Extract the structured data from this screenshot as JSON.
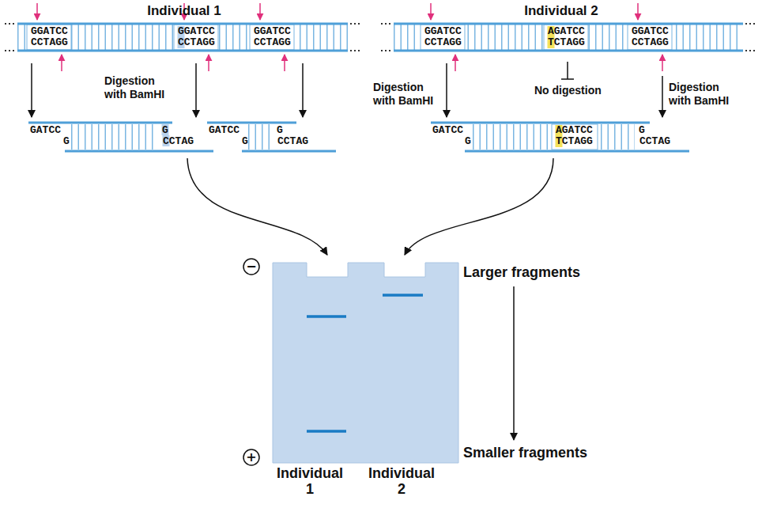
{
  "diagram": {
    "nodes": [
      {
        "text": [
          "−"
        ]
      },
      {
        "text": [
          "+"
        ]
      }
    ],
    "labels": [
      "Individual 1",
      "Individual 2",
      "GGATCC",
      "CCTAGG",
      "GGATCC",
      "CCTAGG",
      "GGATCC",
      "CCTAGG",
      "GGATCC",
      "CCTAGG",
      "AGATCC",
      "TCTAGG",
      "GGATCC",
      "CCTAGG",
      "Digestion with BamHI",
      "Digestion with BamHI",
      "No digestion",
      "Digestion with BamHI",
      "GATCC",
      "G",
      "G",
      "CCTAG",
      "GATCC",
      "G",
      "G",
      "CCTAG",
      "GATCC",
      "G",
      "AGATCC",
      "TCTAGG",
      "G",
      "CCTAG",
      "Larger fragments",
      "Smaller fragments",
      "Individual 1",
      "Individual 2"
    ]
  }
}
